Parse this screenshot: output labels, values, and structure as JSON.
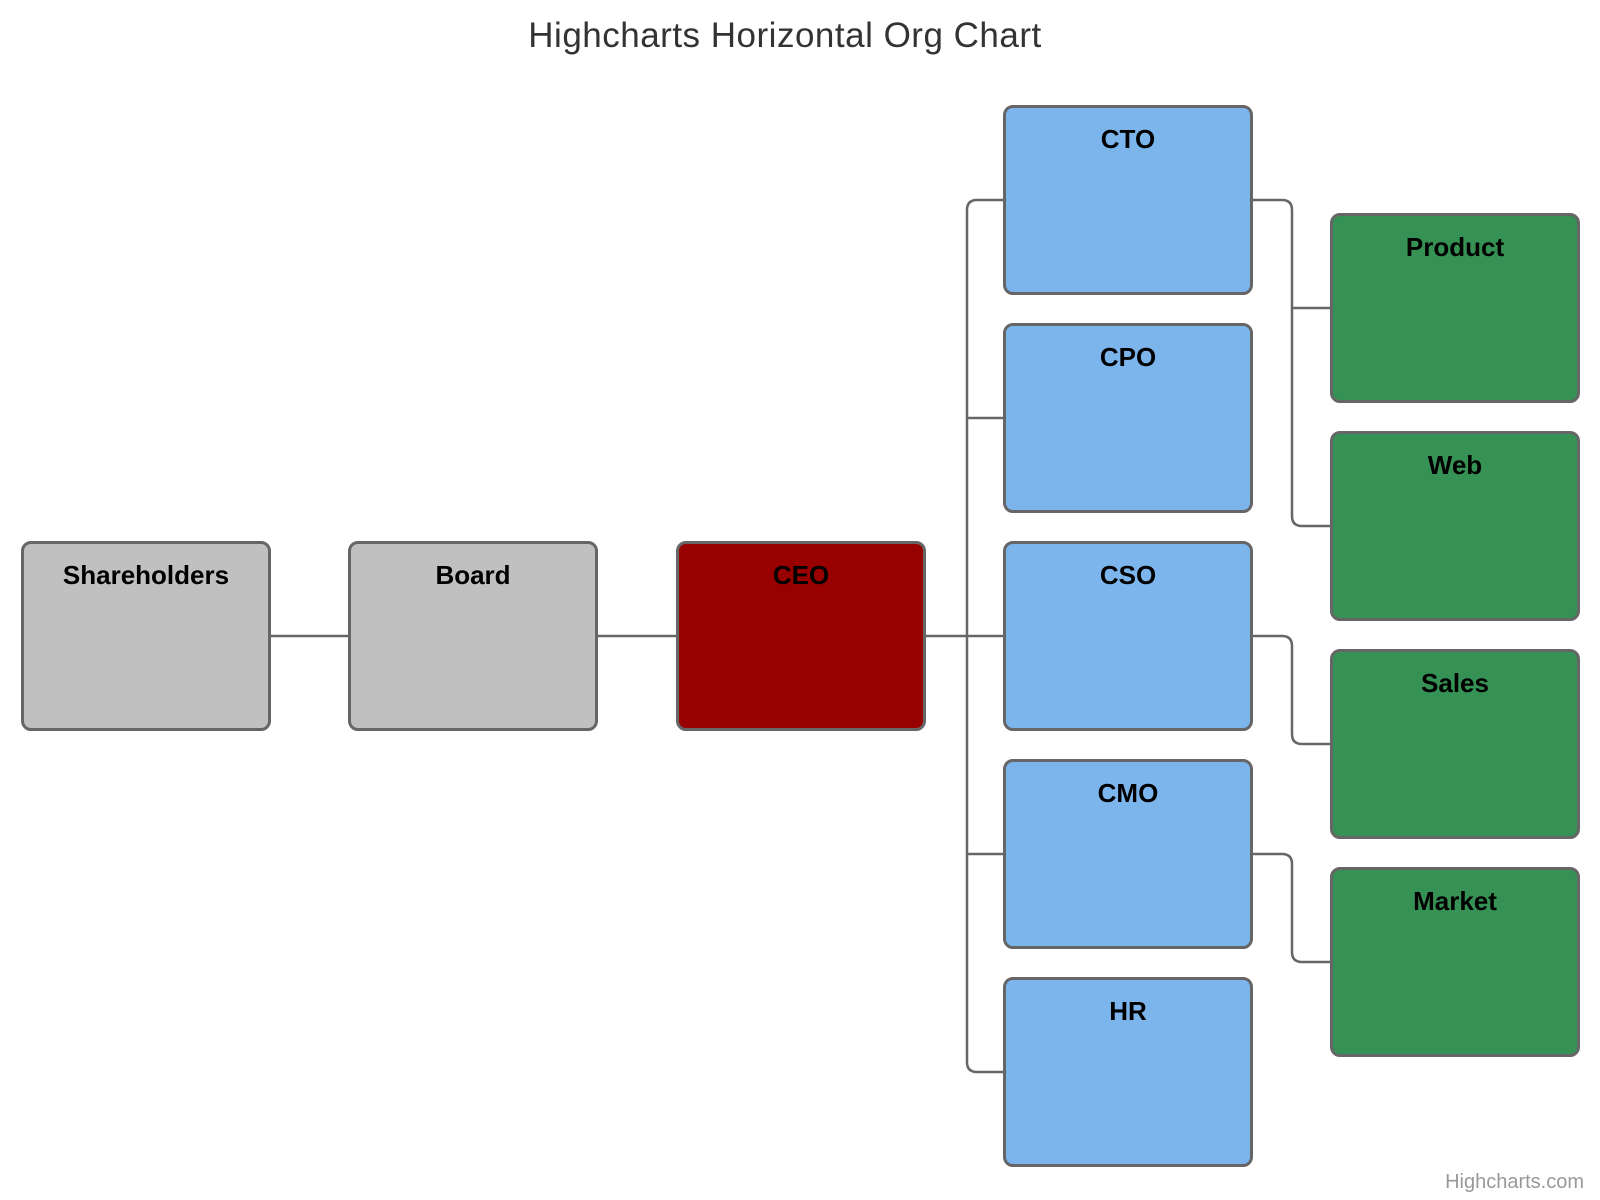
{
  "title": "Highcharts Horizontal Org Chart",
  "credits": "Highcharts.com",
  "colors": {
    "shareholders_board": "#C0C0C0",
    "ceo": "#990000",
    "managers": "#7CB5EC",
    "departments": "#359154",
    "border": "#666666",
    "connector": "#666666",
    "title_text": "#333333",
    "credits_text": "#999999"
  },
  "chart_data": {
    "type": "organization",
    "orientation": "horizontal",
    "title": "Highcharts Horizontal Org Chart",
    "legend_position": "none",
    "grid": false,
    "nodes": [
      {
        "id": "shareholders",
        "label": "Shareholders",
        "level": 0,
        "color": "#C0C0C0"
      },
      {
        "id": "board",
        "label": "Board",
        "level": 1,
        "color": "#C0C0C0"
      },
      {
        "id": "ceo",
        "label": "CEO",
        "level": 2,
        "color": "#990000"
      },
      {
        "id": "cto",
        "label": "CTO",
        "level": 3,
        "color": "#7CB5EC"
      },
      {
        "id": "cpo",
        "label": "CPO",
        "level": 3,
        "color": "#7CB5EC"
      },
      {
        "id": "cso",
        "label": "CSO",
        "level": 3,
        "color": "#7CB5EC"
      },
      {
        "id": "cmo",
        "label": "CMO",
        "level": 3,
        "color": "#7CB5EC"
      },
      {
        "id": "hr",
        "label": "HR",
        "level": 3,
        "color": "#7CB5EC"
      },
      {
        "id": "product",
        "label": "Product",
        "level": 4,
        "color": "#359154"
      },
      {
        "id": "web",
        "label": "Web",
        "level": 4,
        "color": "#359154"
      },
      {
        "id": "sales",
        "label": "Sales",
        "level": 4,
        "color": "#359154"
      },
      {
        "id": "market",
        "label": "Market",
        "level": 4,
        "color": "#359154"
      }
    ],
    "links": [
      {
        "from": "Shareholders",
        "to": "Board"
      },
      {
        "from": "Board",
        "to": "CEO"
      },
      {
        "from": "CEO",
        "to": "CTO"
      },
      {
        "from": "CEO",
        "to": "CPO"
      },
      {
        "from": "CEO",
        "to": "CSO"
      },
      {
        "from": "CEO",
        "to": "CMO"
      },
      {
        "from": "CEO",
        "to": "HR"
      },
      {
        "from": "CTO",
        "to": "Product"
      },
      {
        "from": "CTO",
        "to": "Web"
      },
      {
        "from": "CSO",
        "to": "Sales"
      },
      {
        "from": "CMO",
        "to": "Market"
      }
    ]
  }
}
